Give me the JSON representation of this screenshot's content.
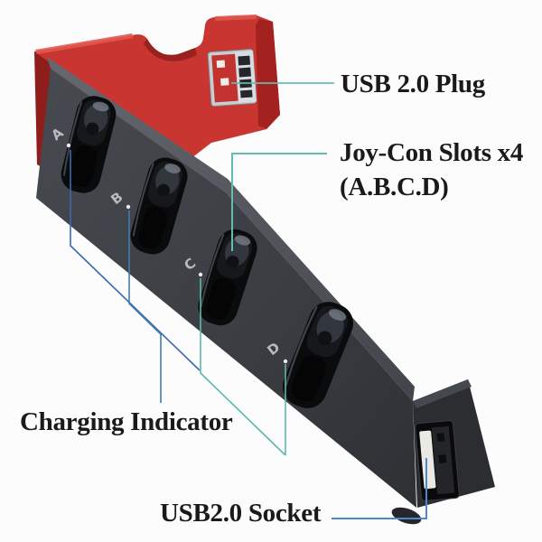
{
  "title": "Joy-Con charging dock annotated product diagram",
  "background": "#fcfcfc",
  "annotations": {
    "usb_plug": {
      "label": "USB 2.0 Plug"
    },
    "joycon_slots": {
      "label_line1": "Joy-Con Slots x4",
      "label_line2": "(A.B.C.D)"
    },
    "charging_indicator": {
      "label": "Charging Indicator"
    },
    "usb_socket": {
      "label": "USB2.0 Socket"
    }
  },
  "device": {
    "description": "Black bar-shaped charging dock with red Switch-mount block, USB plug on top, USB socket on end, four Joy-Con slots with charging indicator LEDs",
    "slot_letters": [
      "A",
      "B",
      "C",
      "D"
    ],
    "colors": {
      "red_body": "#c93531",
      "red_side": "#a32220",
      "red_shadow": "#8e1e1c",
      "bar_face": "#3d4045",
      "bar_edge": "#585c63",
      "bar_end": "#2b2d31",
      "slot": "#0a0b0d",
      "usb_metal": "#c9ced3",
      "usb_tongue": "#eae9e3"
    }
  },
  "leader_lines": {
    "teal": "#64bcae",
    "blue": "#3a68b2",
    "steel_blue": "#4f86cf"
  }
}
